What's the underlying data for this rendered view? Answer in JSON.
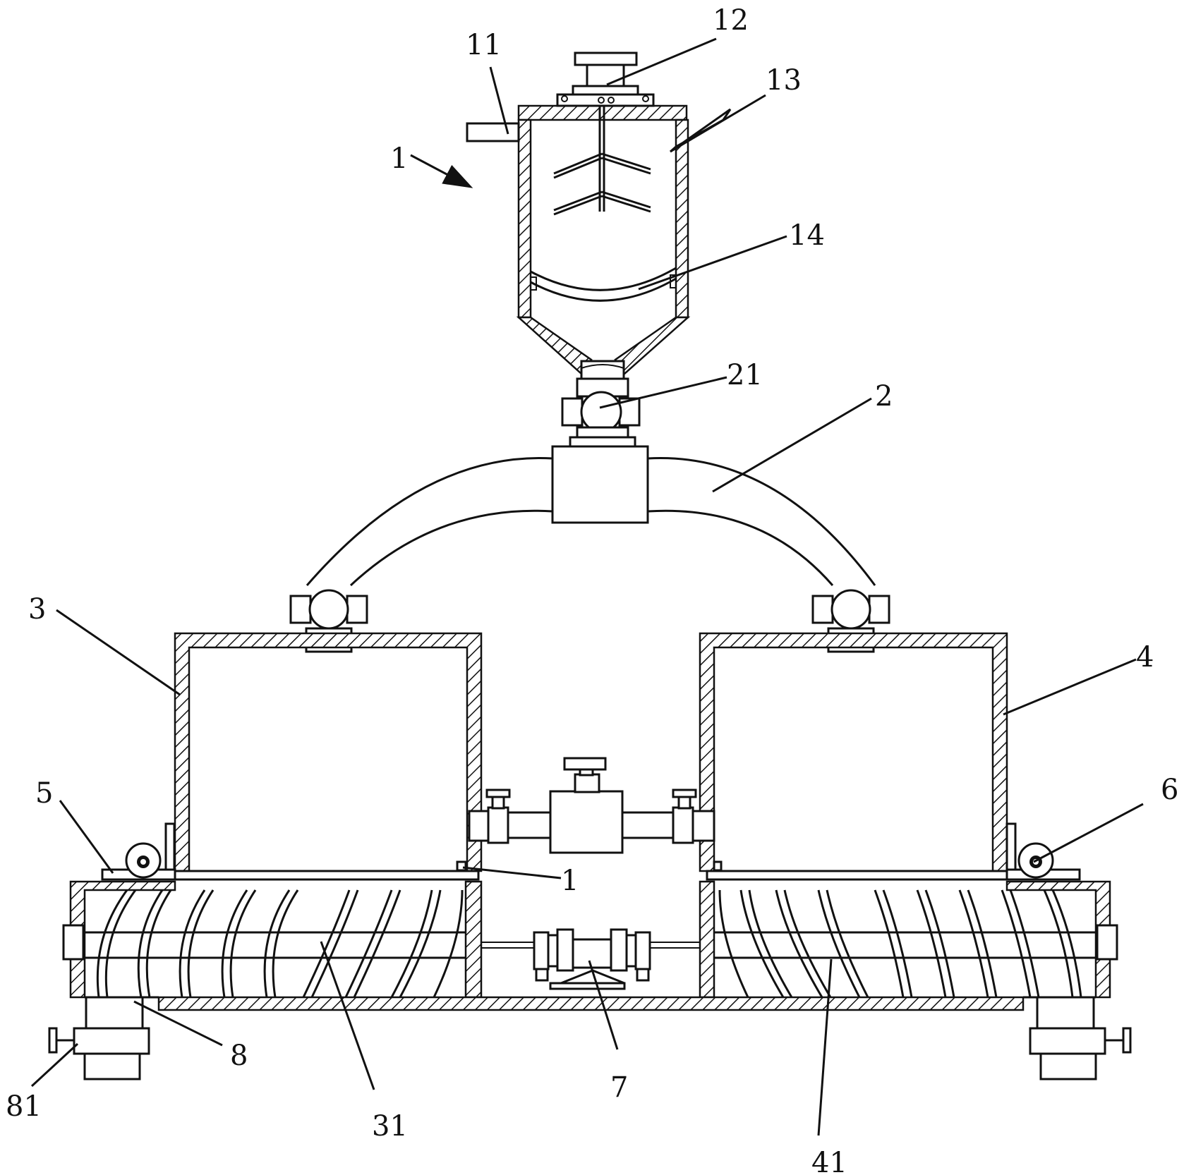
{
  "diagram": {
    "labels": {
      "l1": "1",
      "l2": "2",
      "l3": "3",
      "l4": "4",
      "l5": "5",
      "l6": "6",
      "l7": "7",
      "l8": "8",
      "l11": "11",
      "l12": "12",
      "l13": "13",
      "l14": "14",
      "l21": "21",
      "l31": "31",
      "l41": "41",
      "l81": "81",
      "l1b": "1"
    },
    "colors": {
      "stroke": "#111111",
      "background": "#ffffff"
    }
  }
}
